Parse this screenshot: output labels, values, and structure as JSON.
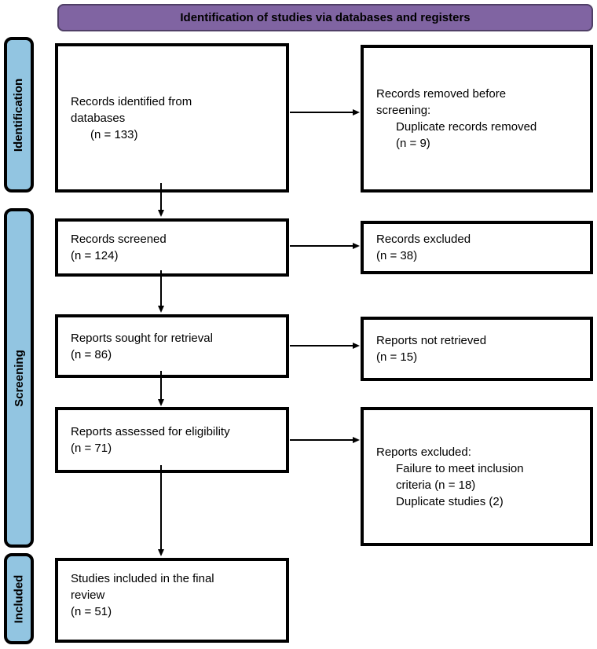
{
  "header": {
    "title": "Identification of studies via databases and registers"
  },
  "stages": {
    "identification": "Identification",
    "screening": "Screening",
    "included": "Included"
  },
  "boxes": {
    "records_identified": "Records identified from\ndatabases\n      (n = 133)",
    "records_removed": "Records removed before\nscreening:\n      Duplicate records removed\n      (n = 9)",
    "records_screened": "Records screened\n(n = 124)",
    "records_excluded": "Records excluded\n(n = 38)",
    "reports_sought": "Reports sought for retrieval\n(n = 86)",
    "reports_not_retrieved": "Reports not retrieved\n(n = 15)",
    "reports_assessed": "Reports assessed for eligibility\n(n = 71)",
    "reports_excluded": "Reports excluded:\n      Failure to meet inclusion\n      criteria (n = 18)\n      Duplicate studies (2)",
    "studies_included": "Studies included in the final\nreview\n(n = 51)"
  },
  "colors": {
    "header_fill": "#8064A2",
    "header_border": "#4F3F66",
    "stage_fill": "#92C5E1",
    "box_border": "#000000",
    "background": "#FFFFFF"
  }
}
